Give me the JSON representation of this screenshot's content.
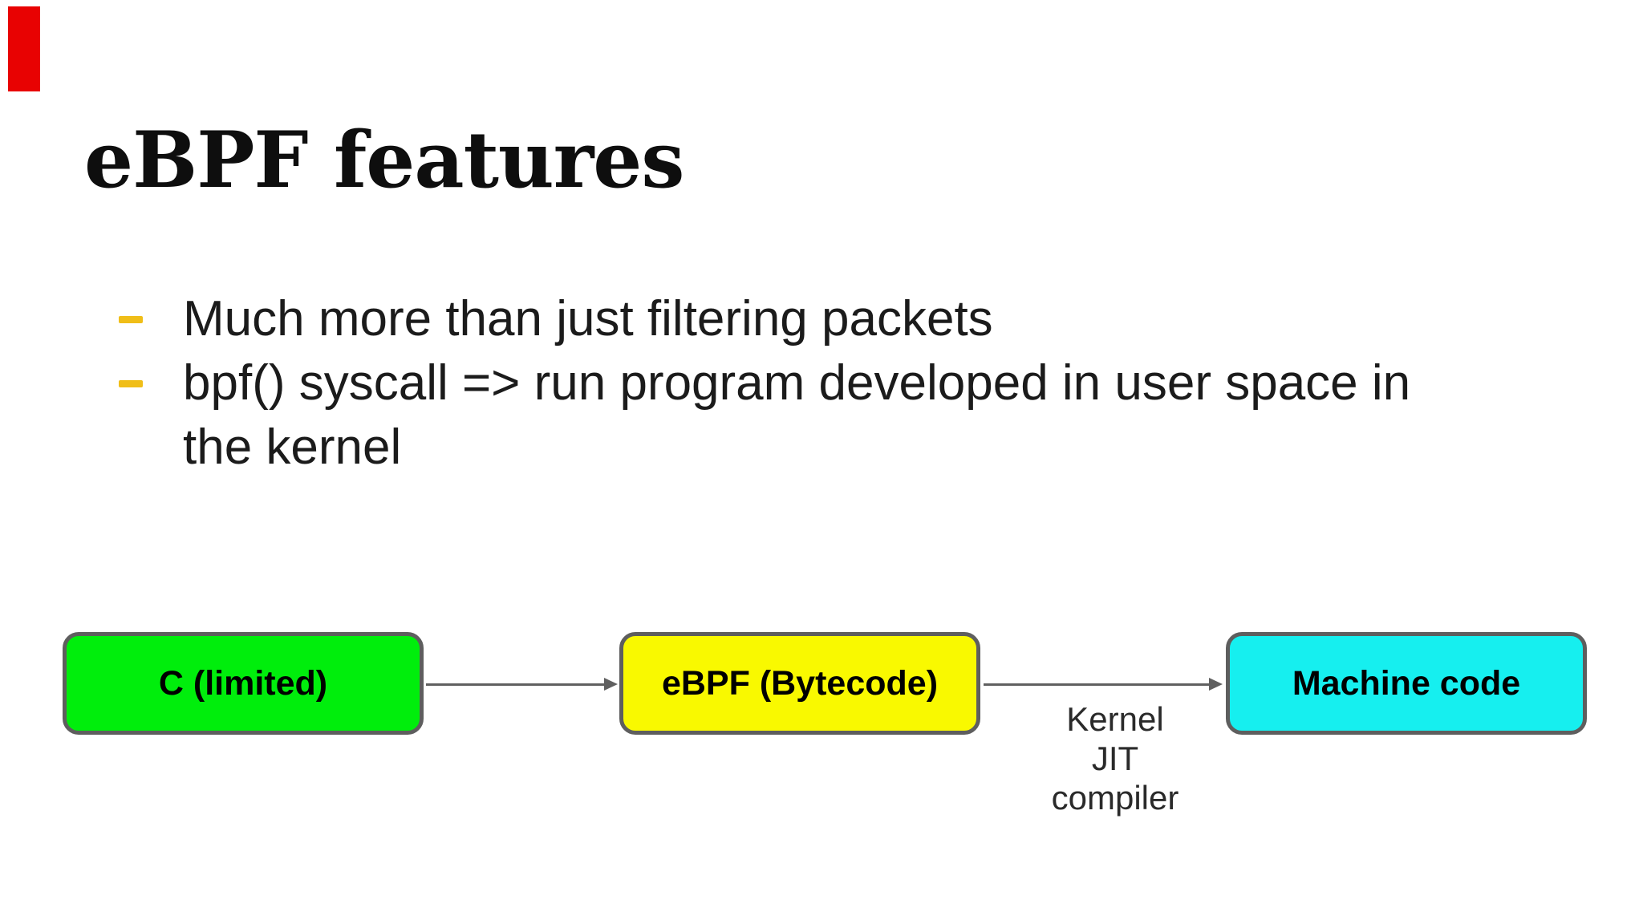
{
  "slide": {
    "title": "eBPF features",
    "bullets": [
      {
        "lines": [
          "Much more than just filtering packets"
        ]
      },
      {
        "lines": [
          "bpf() syscall => run program developed in user space in",
          "the kernel"
        ]
      }
    ],
    "diagram": {
      "nodes": [
        {
          "label": "C (limited)",
          "fill": "#00ee0c"
        },
        {
          "label": "eBPF (Bytecode)",
          "fill": "#f9f900"
        },
        {
          "label": "Machine code",
          "fill": "#16efef"
        }
      ],
      "arrow_label_lines": [
        "Kernel",
        "JIT",
        "compiler"
      ]
    },
    "colors": {
      "background": "#ffffff",
      "red_bar": "#e80202",
      "bullet_dash": "#f0be18",
      "body_text": "#1b1b1b",
      "title_color": "#0e0e0e",
      "node_border": "#5e5e5e",
      "arrow": "#606060",
      "label_color": "#2a2a2a"
    }
  }
}
